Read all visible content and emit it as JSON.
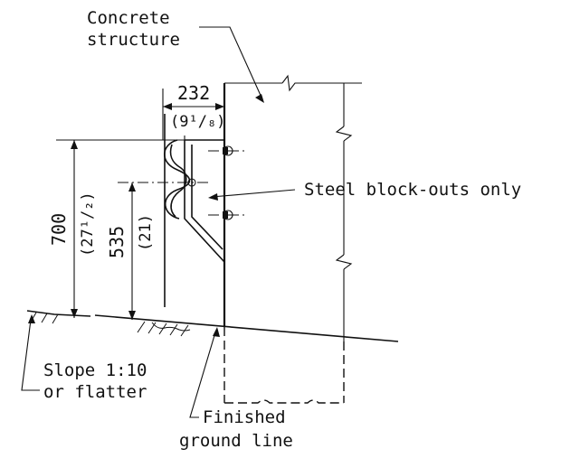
{
  "labels": {
    "concrete_1": "Concrete",
    "concrete_2": "structure",
    "steel": "Steel block-outs only",
    "slope_1": "Slope 1:10",
    "slope_2": "or flatter",
    "ground_1": "Finished",
    "ground_2": "ground line"
  },
  "dimensions": {
    "offset_mm": "232",
    "offset_in": "(9¹/₈)",
    "rail_height_mm": "700",
    "rail_height_in": "(27¹/₂)",
    "bolt_height_mm": "535",
    "bolt_height_in": "(21)"
  }
}
